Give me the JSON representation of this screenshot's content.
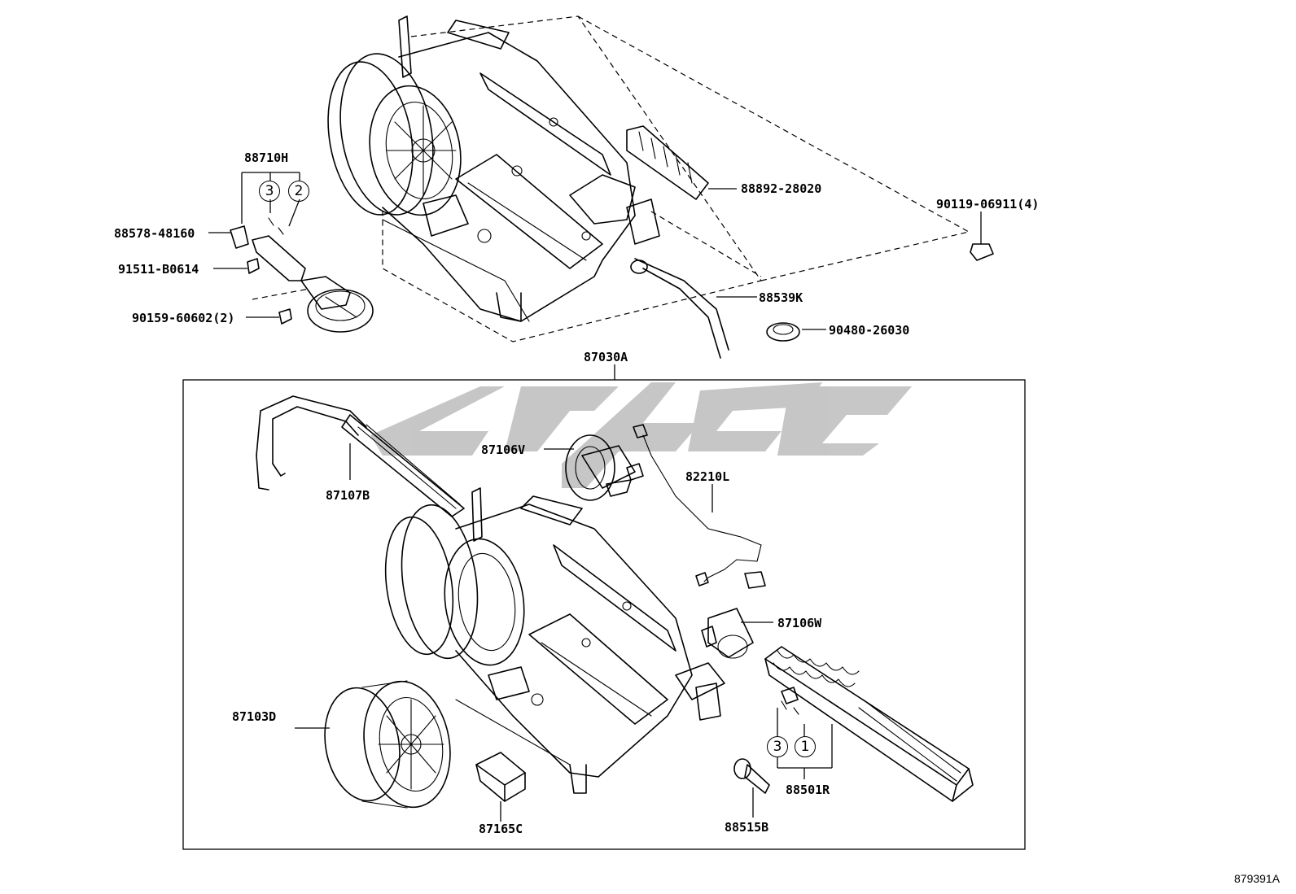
{
  "parts": {
    "p88710H": "88710H",
    "p88578": "88578-48160",
    "p91511": "91511-B0614",
    "p90159": "90159-60602(2)",
    "p88892": "88892-28020",
    "p90119": "90119-06911(4)",
    "p88539K": "88539K",
    "p90480": "90480-26030",
    "p87030A": "87030A",
    "p87106V": "87106V",
    "p82210L": "82210L",
    "p87107B": "87107B",
    "p87106W": "87106W",
    "p87103D": "87103D",
    "p87165C": "87165C",
    "p88515B": "88515B",
    "p88501R": "88501R"
  },
  "markers": {
    "m3a": "3",
    "m2a": "2",
    "m3b": "3",
    "m1b": "1"
  },
  "drawing_ref": "879391A",
  "icons": {
    "upper_blower_unit": "upper-blower-unit-assembly",
    "watermark": "watermark-logo"
  }
}
